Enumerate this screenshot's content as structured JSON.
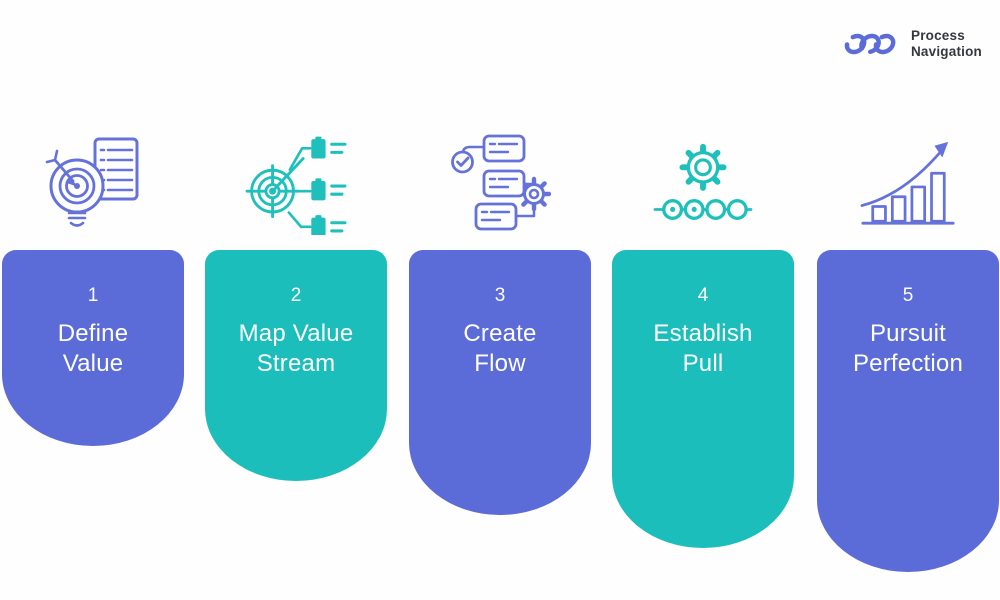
{
  "brand": {
    "line1": "Process",
    "line2": "Navigation",
    "logo_icon": "chain-loops-icon",
    "logo_color": "#5b6bd8",
    "text_color": "#34383e"
  },
  "palette": {
    "purple": "#5b6bd8",
    "teal": "#1cbebb",
    "card_text": "#ffffff",
    "background": "#fefefe"
  },
  "steps": [
    {
      "number": "1",
      "lines": [
        "Define",
        "Value"
      ],
      "title": "Define Value",
      "color": "#5b6bd8",
      "icon": "lightbulb-target-document-icon"
    },
    {
      "number": "2",
      "lines": [
        "Map Value",
        "Stream"
      ],
      "title": "Map Value Stream",
      "color": "#1cbebb",
      "icon": "target-checklist-branches-icon"
    },
    {
      "number": "3",
      "lines": [
        "Create",
        "Flow"
      ],
      "title": "Create Flow",
      "color": "#5b6bd8",
      "icon": "flowchart-check-gear-icon"
    },
    {
      "number": "4",
      "lines": [
        "Establish",
        "Pull"
      ],
      "title": "Establish Pull",
      "color": "#1cbebb",
      "icon": "gear-conveyor-chain-icon"
    },
    {
      "number": "5",
      "lines": [
        "Pursuit",
        "Perfection"
      ],
      "title": "Pursuit Perfection",
      "color": "#5b6bd8",
      "icon": "growth-bar-chart-arrow-icon"
    }
  ]
}
